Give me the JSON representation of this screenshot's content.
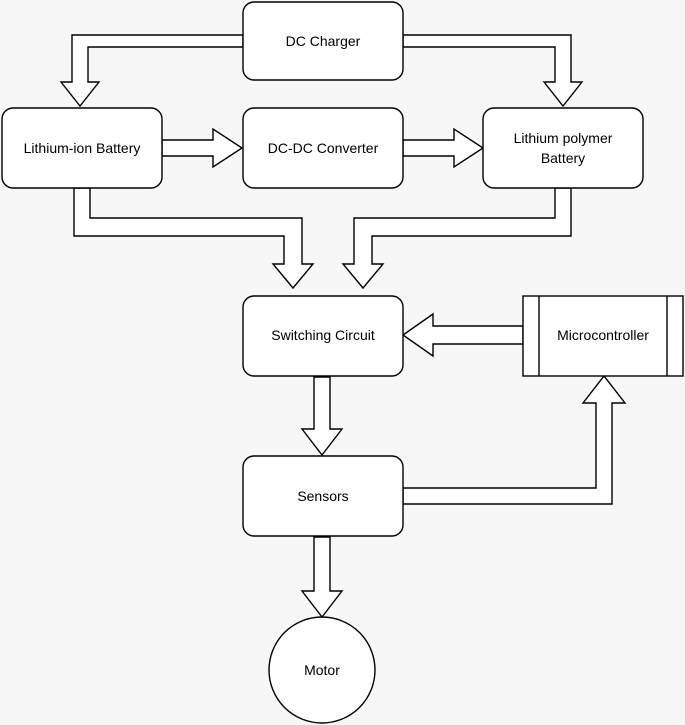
{
  "diagram": {
    "nodes": {
      "dc_charger": {
        "label": "DC Charger"
      },
      "li_ion_battery": {
        "label": "Lithium-ion Battery"
      },
      "dc_dc_converter": {
        "label": "DC-DC Converter"
      },
      "li_polymer_battery": {
        "label_line1": "Lithium polymer",
        "label_line2": "Battery"
      },
      "switching_circuit": {
        "label": "Switching Circuit"
      },
      "microcontroller": {
        "label": "Microcontroller"
      },
      "sensors": {
        "label": "Sensors"
      },
      "motor": {
        "label": "Motor"
      }
    },
    "style": {
      "background": "#f7f7f7",
      "node_fill": "#ffffff",
      "stroke": "#000000"
    }
  }
}
